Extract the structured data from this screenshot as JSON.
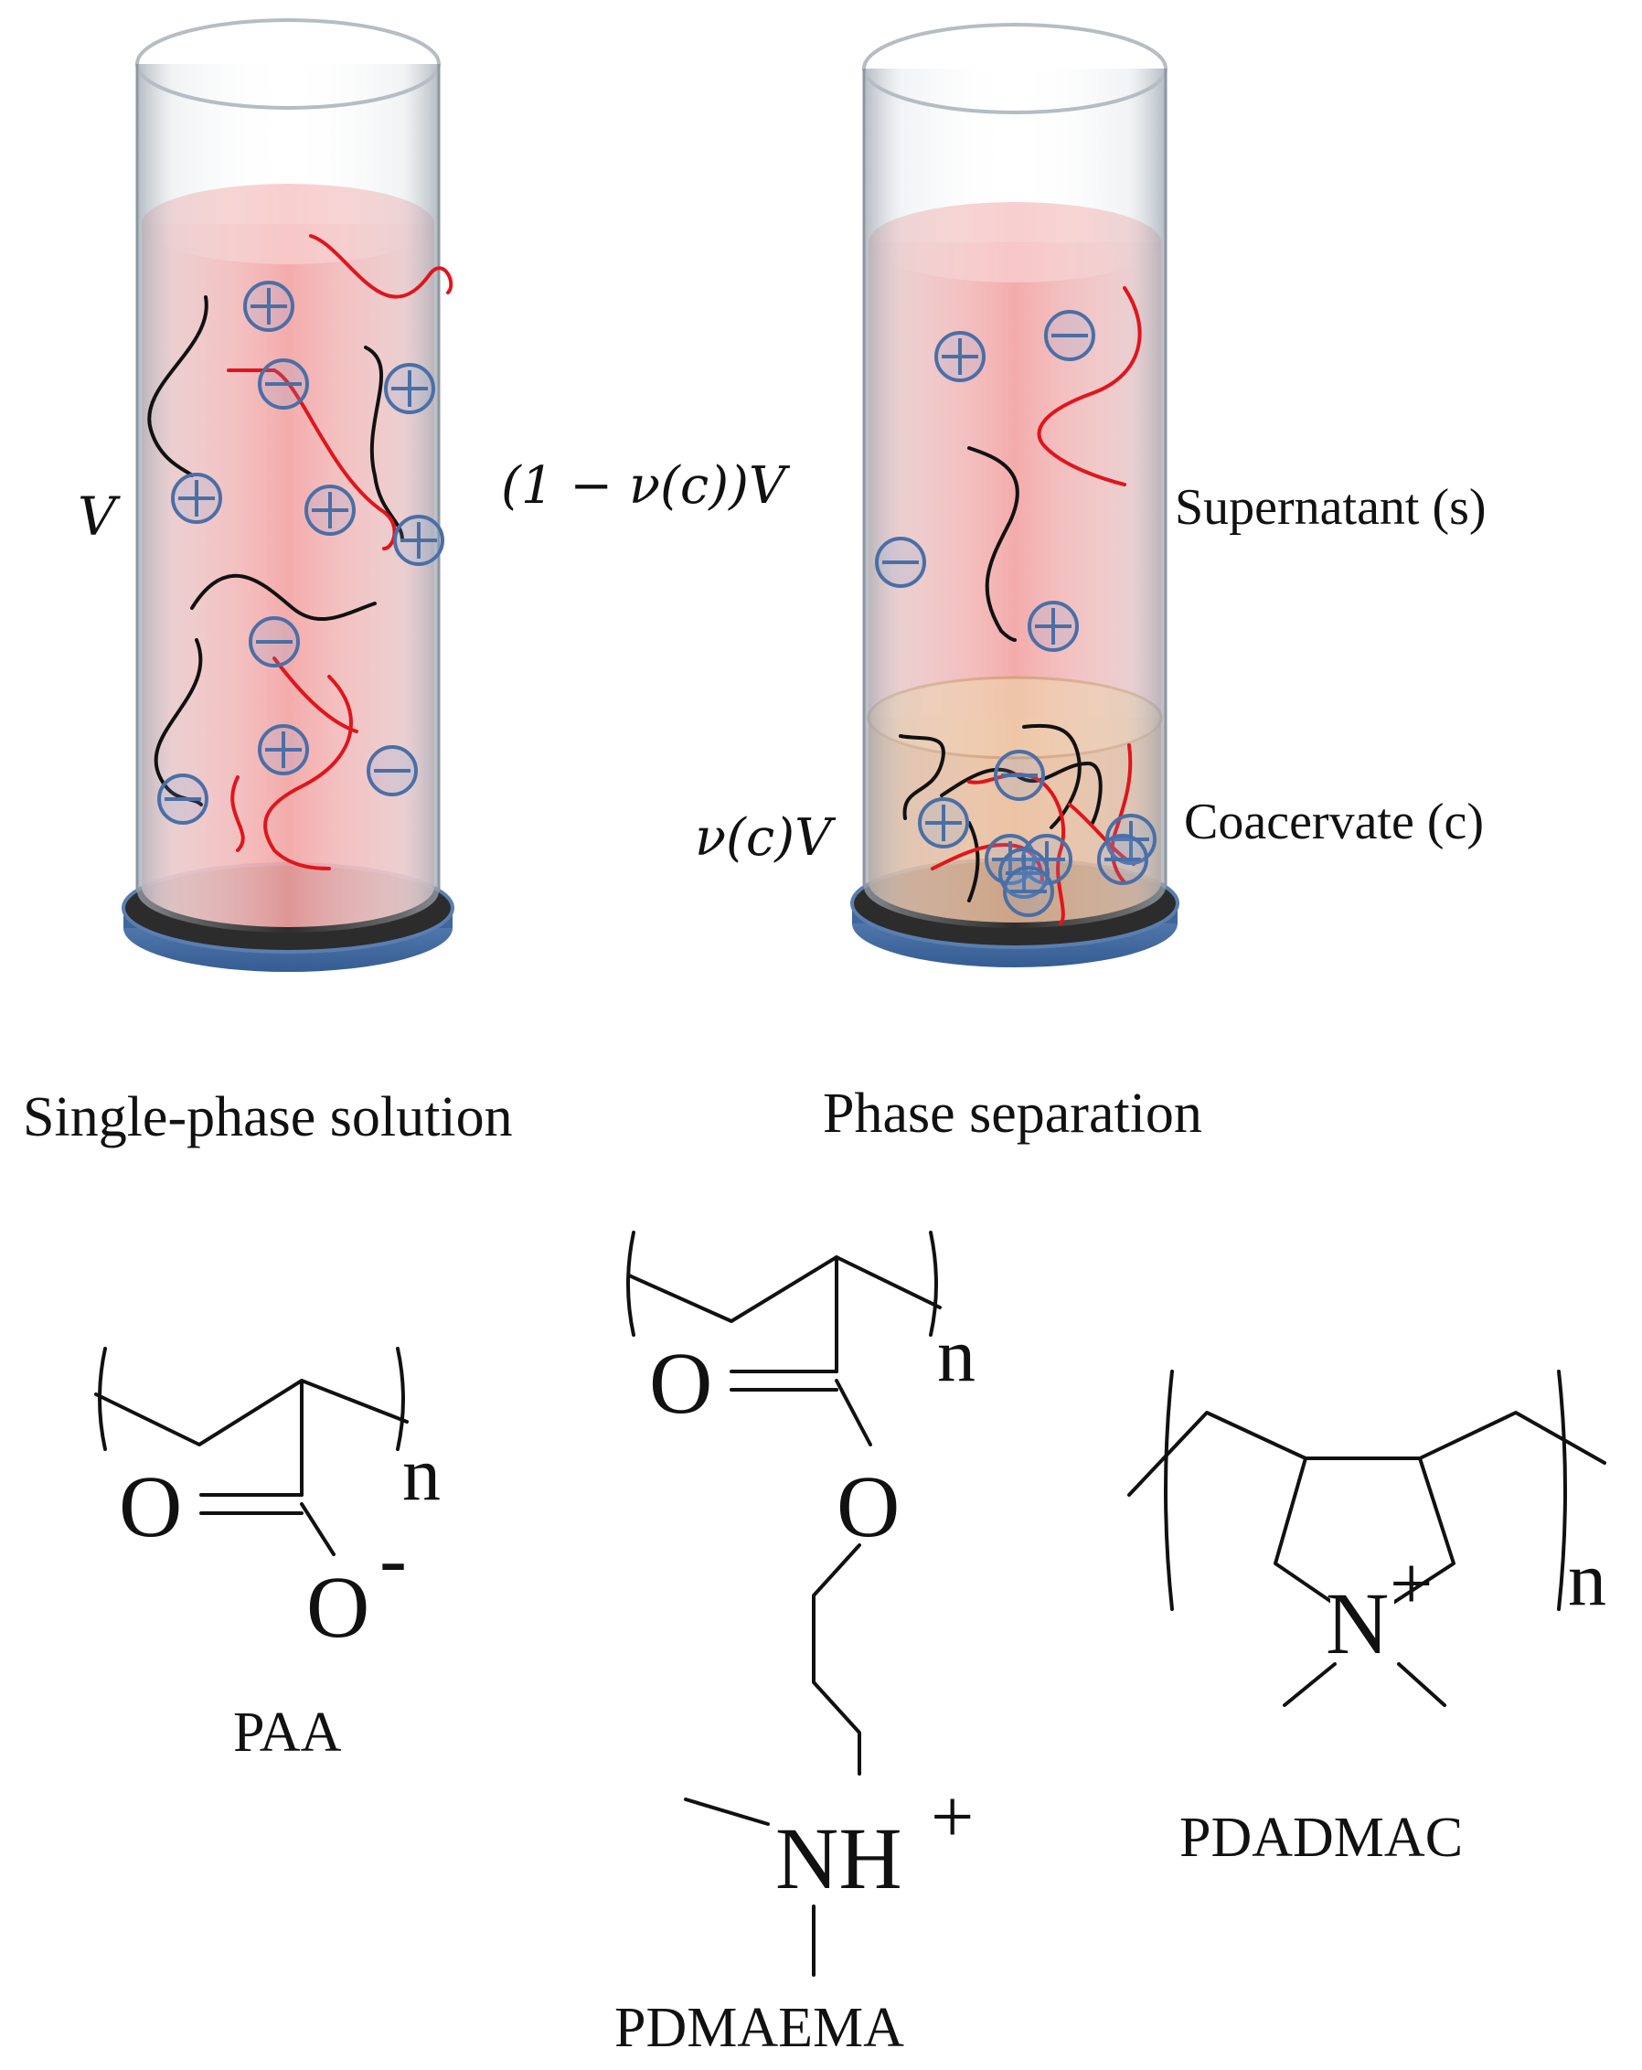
{
  "labels": {
    "left_volume": "V",
    "supernatant_volume": "(1 − ν(c))V",
    "coacervate_volume": "ν(c)V",
    "supernatant": "Supernatant (s)",
    "coacervate": "Coacervate (c)",
    "left_caption": "Single-phase solution",
    "right_caption": "Phase separation"
  },
  "molecules": {
    "paa": {
      "name": "PAA",
      "atom_o1": "O",
      "atom_o2": "O",
      "charge": "-",
      "n": "n"
    },
    "pdmaema": {
      "name": "PDMAEMA",
      "atom_o1": "O",
      "atom_o2": "O",
      "amine": "NH",
      "charge": "+",
      "n": "n"
    },
    "pdadmac": {
      "name": "PDADMAC",
      "atom_n": "N",
      "charge": "+",
      "n": "n"
    }
  },
  "colors": {
    "solution_pink": "#f2a5a5",
    "polyanion_chain": "#e0151b",
    "polycation_chain": "#111111",
    "ion_symbol": "#4a6fa6",
    "coacervate_tint": "#d9a98a",
    "tube_base": "#4a6fa6"
  }
}
